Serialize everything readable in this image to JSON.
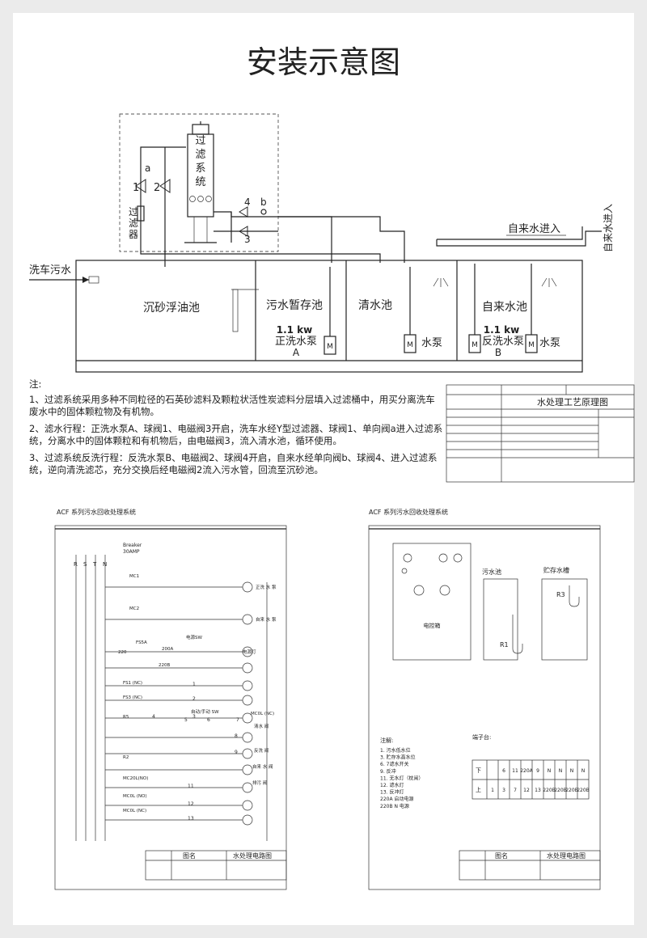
{
  "title": "安装示意图",
  "diagram": {
    "filter_system": "过滤系统",
    "filter": "过滤器",
    "tap_inlet": "自来水进入",
    "car_wash_water": "洗车污水",
    "valve_1": "1",
    "valve_2": "2",
    "valve_3": "3",
    "valve_4": "4",
    "valve_a": "a",
    "valve_b": "b",
    "tanks": [
      "沉砂浮油池",
      "污水暂存池",
      "清水池",
      "自来水池"
    ],
    "pump_forward_power": "1.1 kw",
    "pump_forward_label": "正洗水泵",
    "pump_forward_letter": "A",
    "pump_backwash_power": "1.1 kw",
    "pump_backwash_label": "反洗水泵",
    "pump_backwash_letter": "B",
    "pump_1": "水泵",
    "pump_2": "水泵"
  },
  "notes": {
    "heading": "注:",
    "items": [
      "1、过滤系统采用多种不同粒径的石英砂滤料及颗粒状活性炭滤料分层填入过滤桶中，用买分离洗车废水中的固体颗粒物及有机物。",
      "2、滤水行程：正洗水泵A、球阀1、电磁阀3开启，洗车水经Y型过滤器、球阀1、单向阀a进入过滤系统，分离水中的固体颗粒和有机物后，由电磁阀3，流入清水池，循环使用。",
      "3、过滤系统反洗行程：反洗水泵B、电磁阀2、球阀4开启，自来水经单向阀b、球阀4、进入过滤系统，逆向清洗滤芯，充分交换后经电磁阀2流入污水管，回流至沉砂池。"
    ]
  },
  "title_block": {
    "name": "水处理工艺原理图"
  },
  "circuit_left": {
    "header": "ACF 系列污水回收处理系统",
    "phases": [
      "R",
      "S",
      "T",
      "N"
    ],
    "breaker_line1": "Breaker",
    "breaker_line2": "30AMP",
    "labels": [
      "MC1",
      "MC2",
      "FS5A",
      "电源SW",
      "220",
      "200A",
      "220B",
      "电源灯",
      "FS1 (NC)",
      "FS3 (NC)",
      "R5",
      "自动/手动 SW",
      "MC0L (NC)",
      "R2",
      "MC20L(NO)",
      "MC0L (NO)",
      "MC0L (NC)",
      "正洗 水 泵",
      "自来 水 泵",
      "清水 阀",
      "反洗 阀",
      "自来 水 阀",
      "排污 阀"
    ],
    "numbers": [
      "1",
      "2",
      "3",
      "4",
      "5",
      "6",
      "7",
      "8",
      "9",
      "11",
      "12",
      "13"
    ],
    "footer_name": "图名",
    "footer_title": "水处理电路图"
  },
  "circuit_right": {
    "header": "ACF 系列污水回收处理系统",
    "control_box": "电控箱",
    "sewage_tank": "污水池",
    "tap_tank": "贮存水槽",
    "sensor_r1": "R1",
    "sensor_r3": "R3",
    "legend_heading": "注解:",
    "legend_items": [
      "1. 污水低水位",
      "3. 贮存水高水位",
      "6. 7滤水开关",
      "9. 反冲",
      "11. 无水灯（枕闹）",
      "12. 滤水灯",
      "13. 反冲灯",
      "220A 启动电源",
      "220B N 电源"
    ],
    "terminal_heading": "端子台:",
    "terminal_row_bottom_label": "下",
    "terminal_row_top_label": "上",
    "terminal_bottom": [
      "",
      "6",
      "11",
      "220A",
      "9",
      "N",
      "N",
      "N",
      "N"
    ],
    "terminal_top": [
      "1",
      "3",
      "7",
      "12",
      "13",
      "220B",
      "220B",
      "220B",
      "220B"
    ],
    "footer_name": "图名",
    "footer_title": "水处理电路图"
  }
}
